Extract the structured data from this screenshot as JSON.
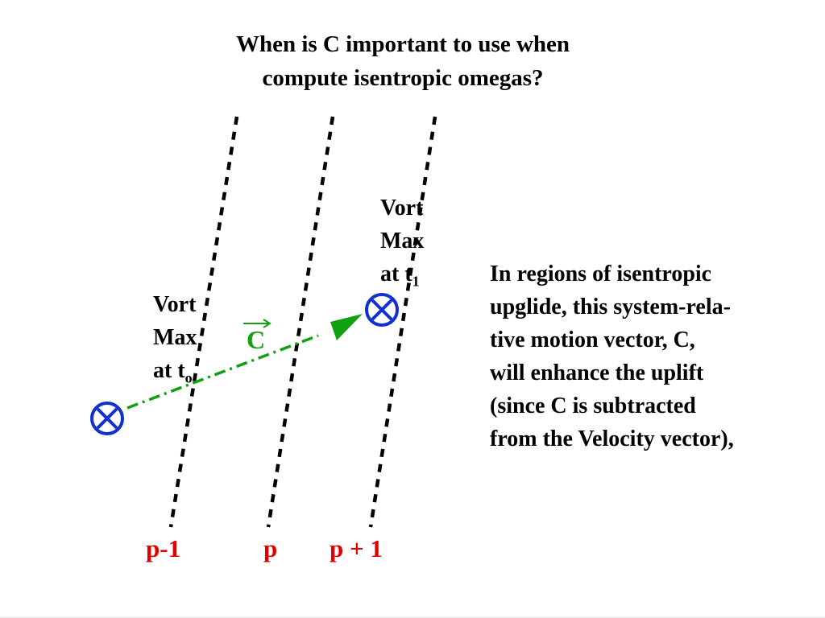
{
  "title": {
    "line1": "When is C important to use when",
    "line2": "compute isentropic omegas?"
  },
  "explanation": {
    "lines": [
      "In regions of isentropic",
      "upglide, this system-rela-",
      "tive motion vector, C,",
      "will enhance the uplift",
      "(since C is subtracted",
      "from the Velocity vector),"
    ]
  },
  "vort_t0": {
    "line1": "Vort",
    "line2": "Max",
    "line3_prefix": "at t",
    "subscript": "o"
  },
  "vort_t1": {
    "line1": "Vort",
    "line2": "Max",
    "line3_prefix": "at t",
    "subscript": "1"
  },
  "vector_label": "C",
  "isentropes": {
    "left": "p-1",
    "middle": "p",
    "right": "p + 1"
  },
  "colors": {
    "isentrope_label": "#e00000",
    "vector": "#10a010",
    "vort_marker": "#1030d0",
    "dashed_line": "#000000"
  },
  "icons": {
    "vort_marker": "circled-x-icon"
  }
}
